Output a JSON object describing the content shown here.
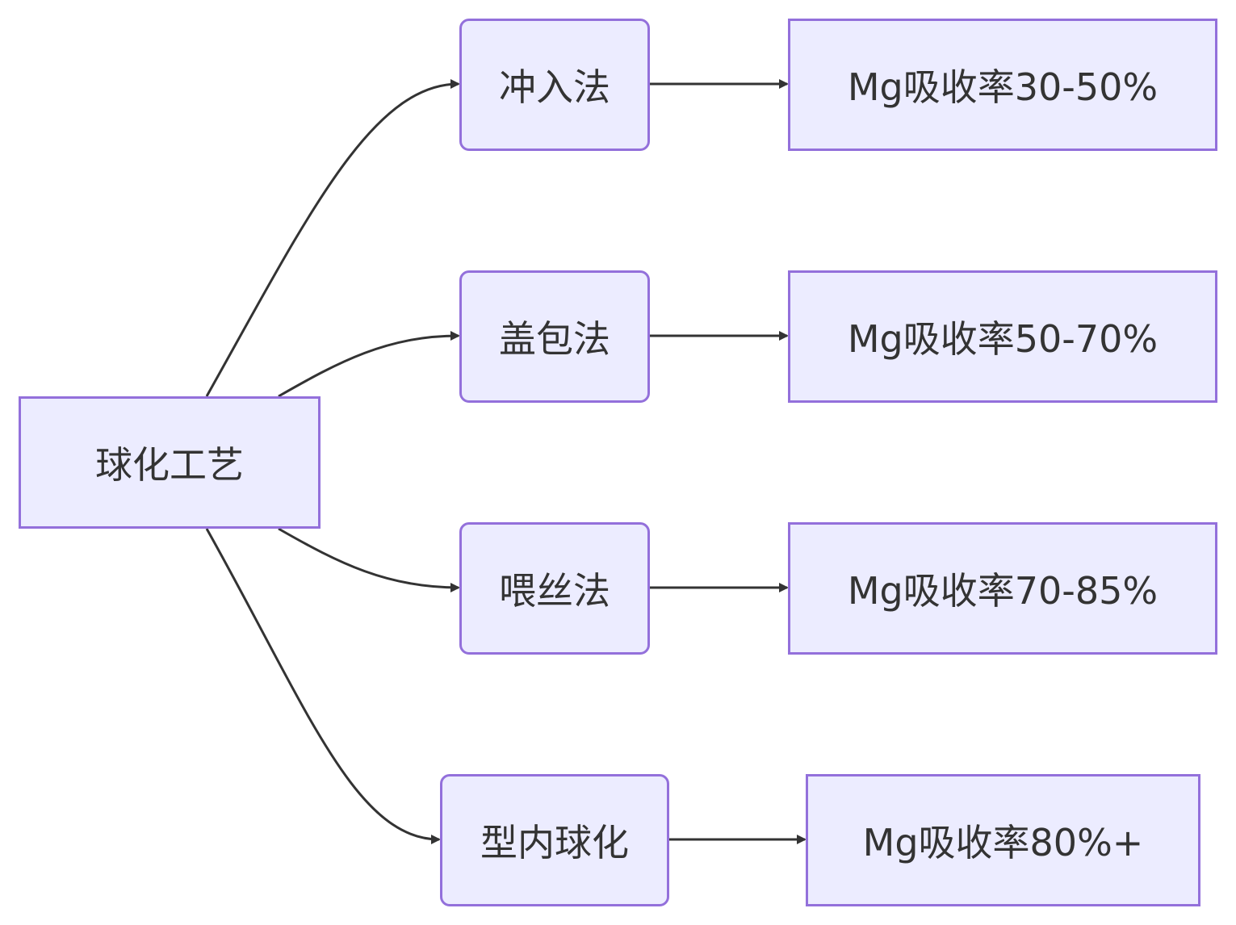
{
  "diagram": {
    "root": {
      "label": "球化工艺"
    },
    "methods": [
      {
        "label": "冲入法",
        "result": "Mg吸收率30-50%"
      },
      {
        "label": "盖包法",
        "result": "Mg吸收率50-70%"
      },
      {
        "label": "喂丝法",
        "result": "Mg吸收率70-85%"
      },
      {
        "label": "型内球化",
        "result": "Mg吸收率80%+"
      }
    ],
    "colors": {
      "node_fill": "#ececff",
      "node_border": "#9370db",
      "edge": "#333333",
      "text": "#333333"
    }
  }
}
